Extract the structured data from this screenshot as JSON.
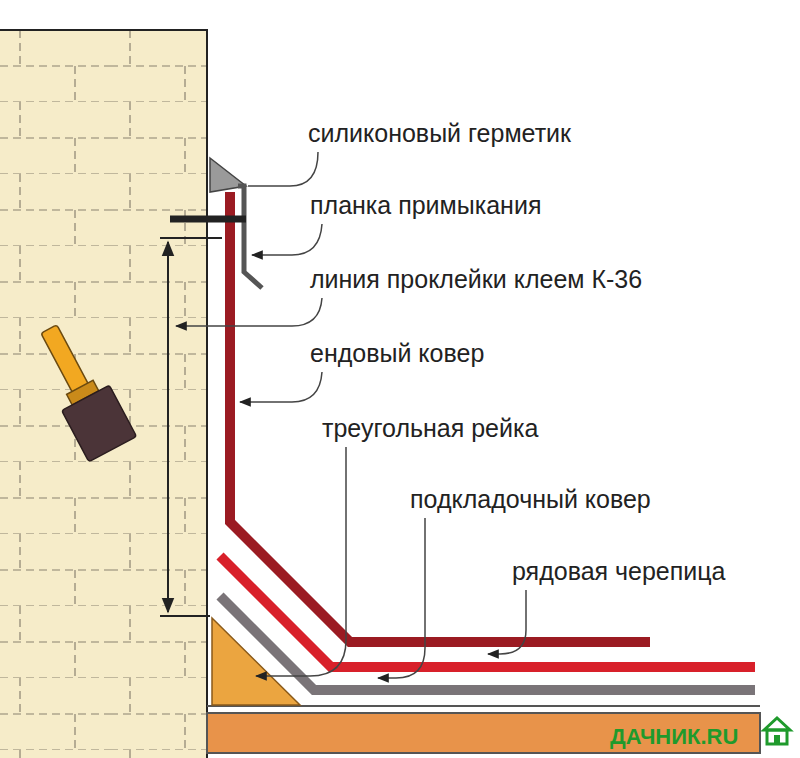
{
  "diagram": {
    "labels": [
      "силиконовый герметик",
      "планка примыкания",
      "линия проклейки клеем К-36",
      "ендовый ковер",
      "треугольная рейка",
      "подкладочный ковер",
      "рядовая черепица",
      "ДАЧНИК.RU"
    ]
  }
}
